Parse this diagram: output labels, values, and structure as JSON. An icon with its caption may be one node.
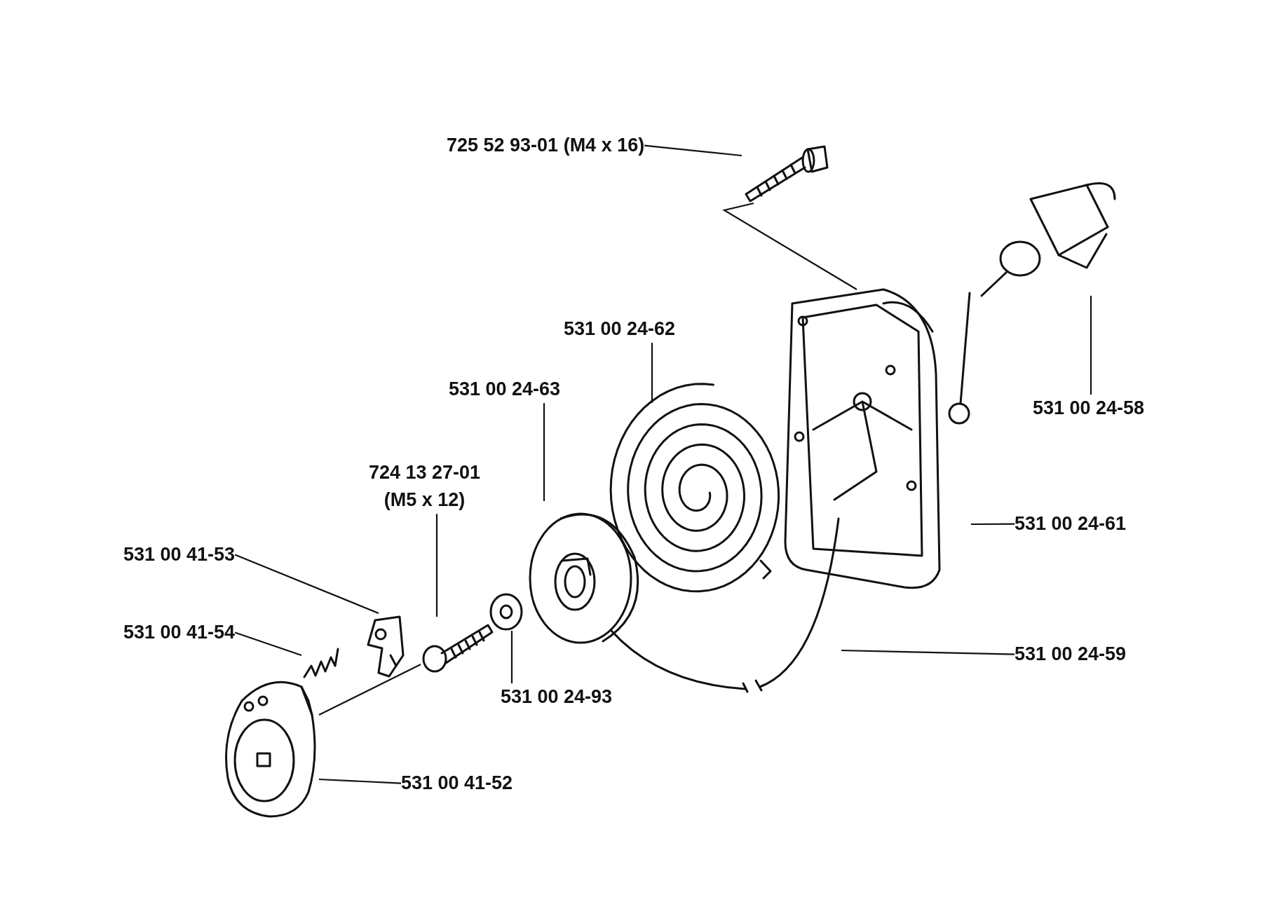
{
  "diagram": {
    "nodes": [
      {
        "text": [
          "725 52 93-01 (M4 x 16)"
        ]
      },
      {
        "text": [
          "531 00 24-62"
        ]
      },
      {
        "text": [
          "531 00 24-58"
        ]
      },
      {
        "text": [
          "531 00 24-63"
        ]
      },
      {
        "text": [
          "724 13 27-01",
          "(M5 x 12)"
        ]
      },
      {
        "text": [
          "531 00 24-61"
        ]
      },
      {
        "text": [
          "531 00 41-53"
        ]
      },
      {
        "text": [
          "531 00 41-54"
        ]
      },
      {
        "text": [
          "531 00 24-59"
        ]
      },
      {
        "text": [
          "531 00 24-93"
        ]
      },
      {
        "text": [
          "531 00 41-52"
        ]
      },
      {
        "text": [],
        "shape": "picture"
      },
      {
        "text": [],
        "shape": "picture"
      },
      {
        "text": [],
        "shape": "picture"
      },
      {
        "text": [],
        "shape": "picture"
      },
      {
        "text": [],
        "shape": "picture"
      },
      {
        "text": [],
        "shape": "picture"
      },
      {
        "text": [],
        "shape": "picture"
      },
      {
        "text": [],
        "shape": "picture"
      },
      {
        "text": [],
        "shape": "picture"
      },
      {
        "text": [],
        "shape": "picture"
      },
      {
        "text": [],
        "shape": "picture"
      }
    ],
    "edges": [
      {
        "from": 0,
        "to": 20,
        "arrow": "none"
      },
      {
        "from": 1,
        "to": 18,
        "arrow": "none"
      },
      {
        "from": 2,
        "to": 21,
        "arrow": "none"
      },
      {
        "from": 3,
        "to": 16,
        "arrow": "none"
      },
      {
        "from": 4,
        "to": 14,
        "arrow": "none"
      },
      {
        "from": 5,
        "to": 19,
        "arrow": "none"
      },
      {
        "from": 6,
        "to": 13,
        "arrow": "none"
      },
      {
        "from": 7,
        "to": 12,
        "arrow": "none"
      },
      {
        "from": 8,
        "to": 17,
        "arrow": "none"
      },
      {
        "from": 9,
        "to": 15,
        "arrow": "none"
      },
      {
        "from": 10,
        "to": 11,
        "arrow": "none"
      },
      {
        "from": 20,
        "to": 19,
        "arrow": "none"
      },
      {
        "from": 11,
        "to": 14,
        "arrow": "none"
      }
    ]
  }
}
